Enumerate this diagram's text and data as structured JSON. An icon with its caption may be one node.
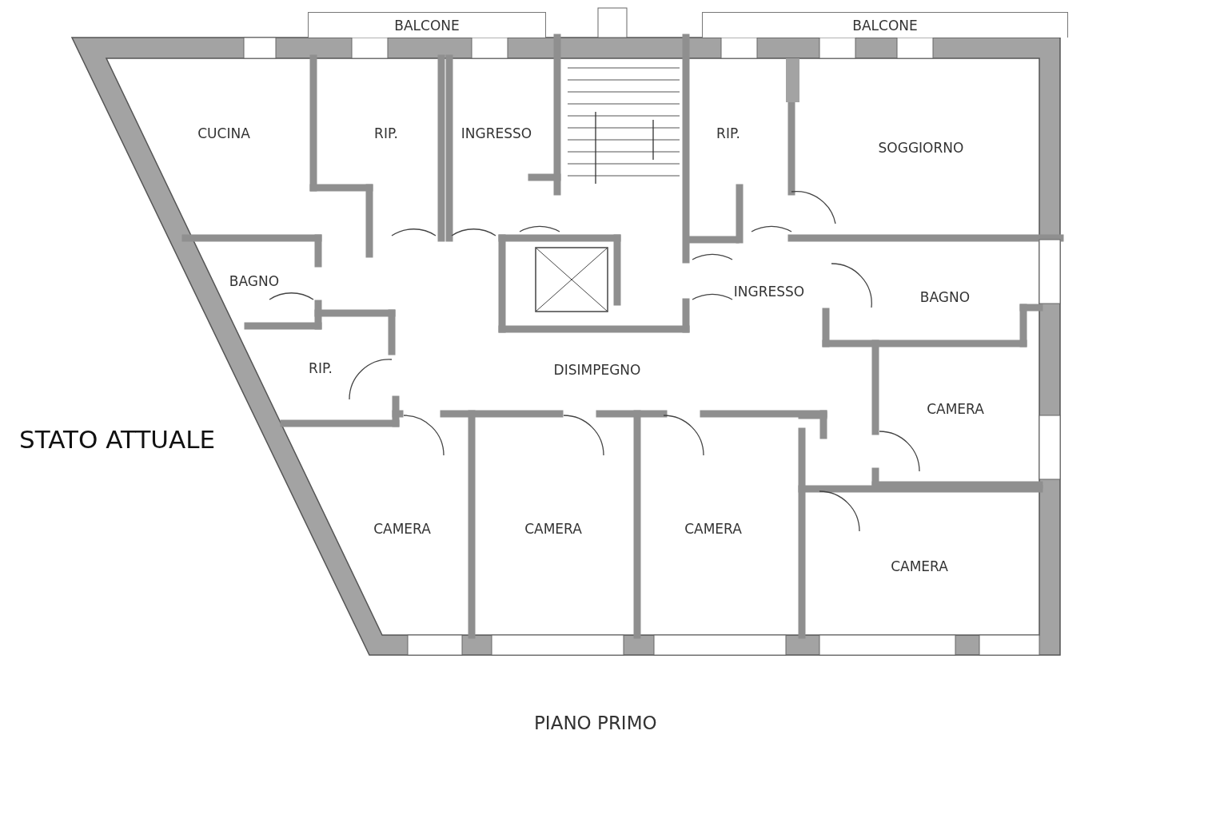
{
  "diagram": {
    "caption": "PIANO PRIMO",
    "nodes": [
      {
        "text": [
          "BALCONE"
        ]
      },
      {
        "text": [
          "BALCONE"
        ]
      },
      {
        "text": [
          "CUCINA"
        ]
      },
      {
        "text": [
          "RIP."
        ]
      },
      {
        "text": [
          "INGRESSO"
        ]
      },
      {
        "text": [
          "RIP."
        ]
      },
      {
        "text": [
          "SOGGIORNO"
        ]
      },
      {
        "text": [
          "BAGNO"
        ]
      },
      {
        "text": [
          "INGRESSO"
        ]
      },
      {
        "text": [
          "BAGNO"
        ]
      },
      {
        "text": [
          "RIP."
        ]
      },
      {
        "text": [
          "DISIMPEGNO"
        ]
      },
      {
        "text": [
          "CAMERA"
        ]
      },
      {
        "text": [
          "CAMERA"
        ]
      },
      {
        "text": [
          "CAMERA"
        ]
      },
      {
        "text": [
          "CAMERA"
        ]
      },
      {
        "text": [
          "CAMERA"
        ]
      }
    ],
    "edges": [],
    "labels": [
      "STATO ATTUALE"
    ]
  }
}
